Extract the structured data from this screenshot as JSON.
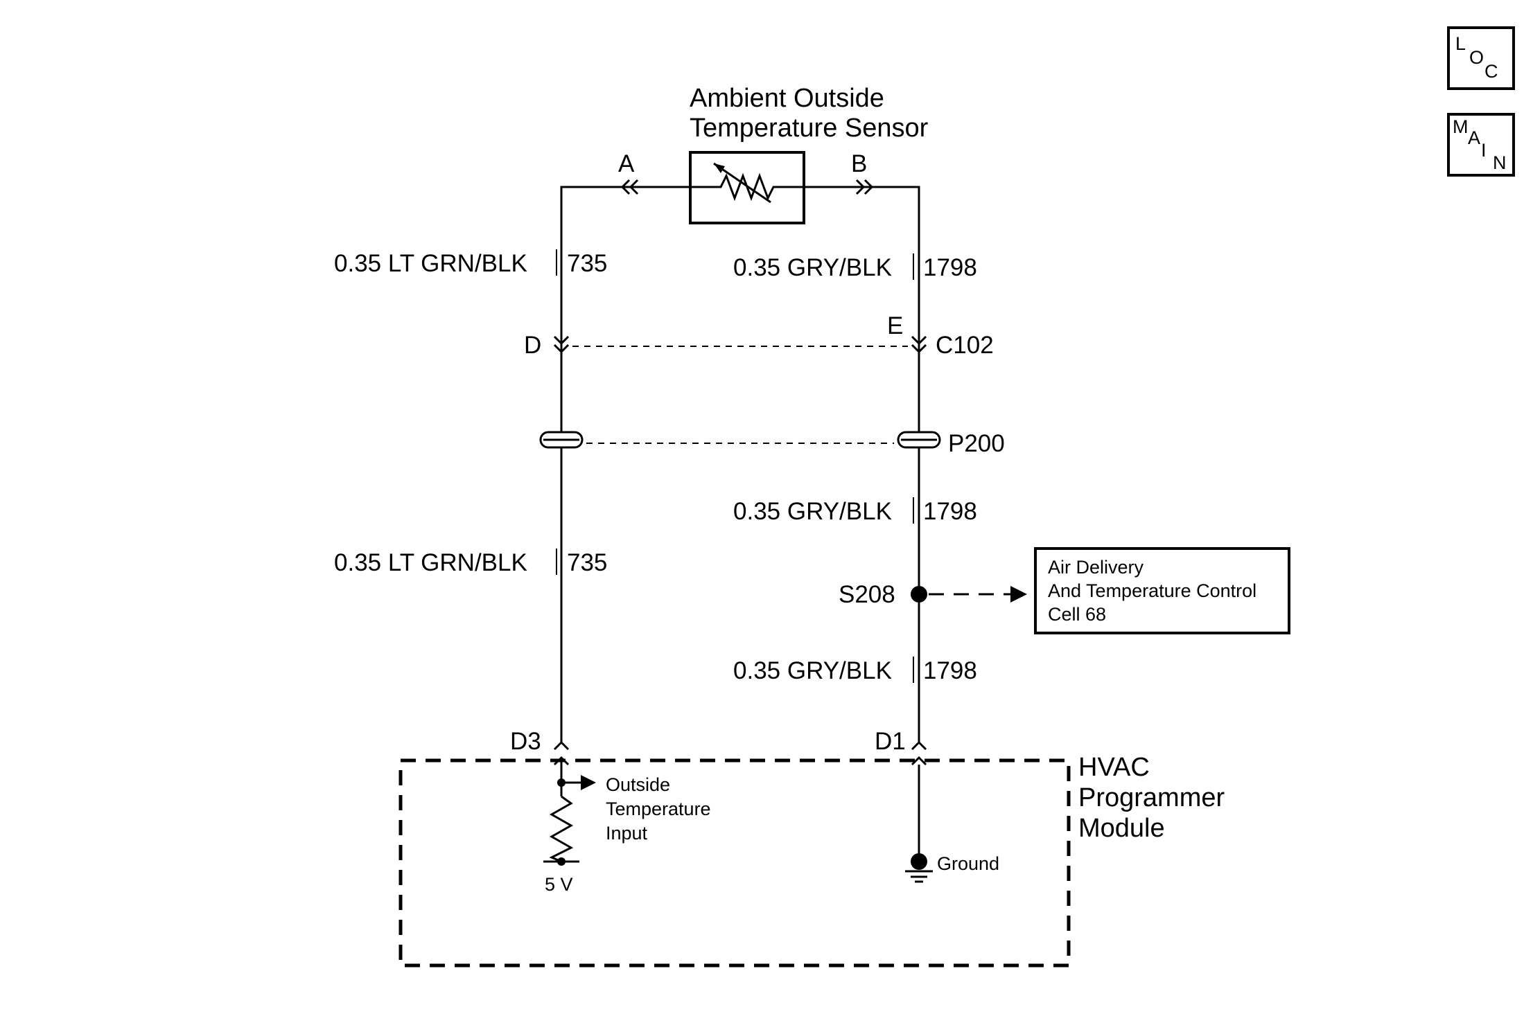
{
  "nav": {
    "loc": [
      "L",
      "O",
      "C"
    ],
    "main": [
      "M",
      "A",
      "I",
      "N"
    ]
  },
  "sensor": {
    "title_line1": "Ambient Outside",
    "title_line2": "Temperature Sensor",
    "pin_left": "A",
    "pin_right": "B"
  },
  "wires": {
    "left_upper": "0.35 LT GRN/BLK",
    "left_upper_circuit": "735",
    "right_upper": "0.35 GRY/BLK",
    "right_upper_circuit": "1798",
    "right_mid": "0.35 GRY/BLK",
    "right_mid_circuit": "1798",
    "left_lower": "0.35 LT GRN/BLK",
    "left_lower_circuit": "735",
    "right_lower": "0.35 GRY/BLK",
    "right_lower_circuit": "1798"
  },
  "connectors": {
    "c102_left_pin": "D",
    "c102_right_pin": "E",
    "c102_name": "C102",
    "p200_name": "P200",
    "module_left_pin": "D3",
    "module_right_pin": "D1"
  },
  "splice": {
    "name": "S208",
    "ref_line1": "Air Delivery",
    "ref_line2": "And Temperature Control",
    "ref_line3": "Cell 68"
  },
  "module": {
    "name_line1": "HVAC",
    "name_line2": "Programmer",
    "name_line3": "Module",
    "input_line1": "Outside",
    "input_line2": "Temperature",
    "input_line3": "Input",
    "supply": "5 V",
    "ground": "Ground"
  }
}
